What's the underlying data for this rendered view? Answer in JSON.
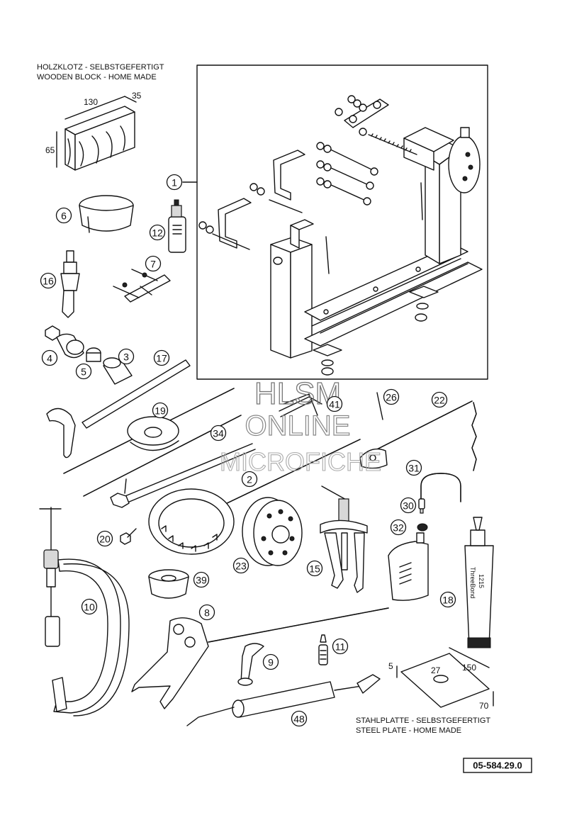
{
  "notes": {
    "wooden_block_de": "HOLZKLOTZ - SELBSTGEFERTIGT",
    "wooden_block_en": "WOODEN BLOCK - HOME MADE",
    "steel_plate_de": "STAHLPLATTE - SELBSTGEFERTIGT",
    "steel_plate_en": "STEEL PLATE - HOME MADE"
  },
  "dimensions": {
    "block_length": "130",
    "block_width": "35",
    "block_height": "65",
    "plate_thickness": "5",
    "plate_hole": "27",
    "plate_length": "150",
    "plate_width": "70"
  },
  "callouts": [
    "1",
    "2",
    "3",
    "4",
    "5",
    "6",
    "7",
    "8",
    "9",
    "10",
    "11",
    "12",
    "15",
    "16",
    "17",
    "18",
    "19",
    "20",
    "22",
    "23",
    "26",
    "30",
    "31",
    "32",
    "34",
    "39",
    "41",
    "48"
  ],
  "tube_label": {
    "brand": "ThreeBond",
    "code": "1215"
  },
  "watermark": {
    "line1": "HLSM",
    "line2": "ONLINE",
    "line3": "MICROFICHE"
  },
  "figure_number": "05-584.29.0"
}
